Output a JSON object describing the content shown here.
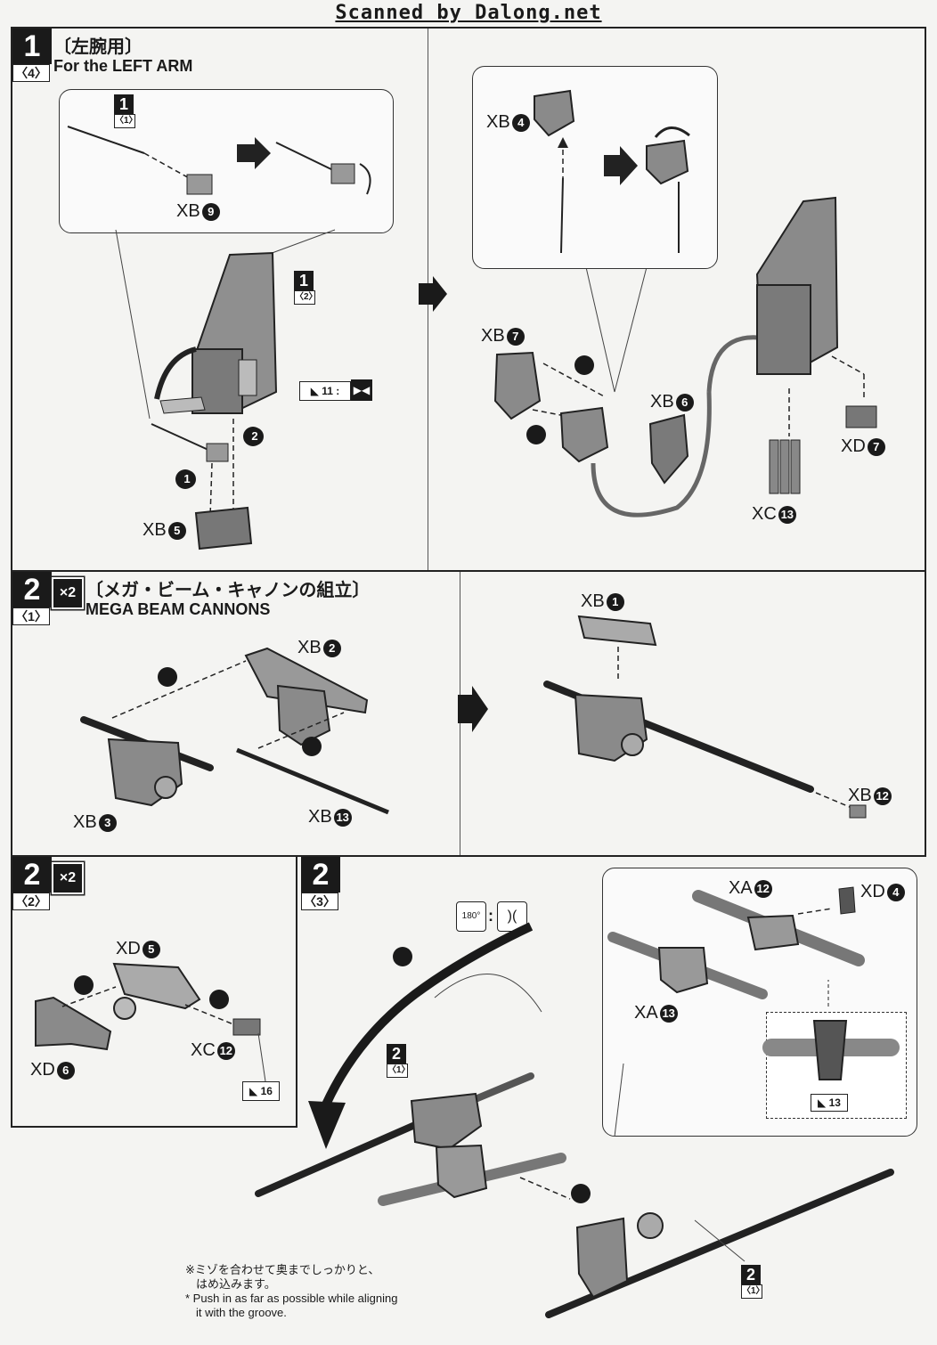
{
  "header": {
    "scan_credit": "Scanned by Dalong.net"
  },
  "step1": {
    "num": "1",
    "sub": "〈4〉",
    "title_jp": "〔左腕用〕",
    "title_en": "For the LEFT ARM",
    "labels": {
      "xb9": "XB",
      "xb9_num": "9",
      "xb5": "XB",
      "xb5_num": "5",
      "xb4": "XB",
      "xb4_num": "4",
      "xb7": "XB",
      "xb7_num": "7",
      "xb6": "XB",
      "xb6_num": "6",
      "xd7": "XD",
      "xd7_num": "7",
      "xc13": "XC",
      "xc13_num": "13"
    },
    "sub_ref1": "1",
    "sub_ref1_sub": "〈1〉",
    "sub_ref2": "1",
    "sub_ref2_sub": "〈2〉",
    "sticker": "11"
  },
  "step2a": {
    "num": "2",
    "sub": "〈1〉",
    "mult": "×2",
    "title_jp": "〔メガ・ビーム・キャノンの組立〕",
    "title_en": "MEGA BEAM CANNONS",
    "labels": {
      "xb2": "XB",
      "xb2_num": "2",
      "xb3": "XB",
      "xb3_num": "3",
      "xb13": "XB",
      "xb13_num": "13",
      "xb1": "XB",
      "xb1_num": "1",
      "xb12": "XB",
      "xb12_num": "12"
    }
  },
  "step2b": {
    "num": "2",
    "sub": "〈2〉",
    "mult": "×2",
    "labels": {
      "xd5": "XD",
      "xd5_num": "5",
      "xd6": "XD",
      "xd6_num": "6",
      "xc12": "XC",
      "xc12_num": "12"
    },
    "sticker": "16"
  },
  "step2c": {
    "num": "2",
    "sub": "〈3〉",
    "rotate": "180°",
    "labels": {
      "xa12": "XA",
      "xa12_num": "12",
      "xd4": "XD",
      "xd4_num": "4",
      "xa13": "XA",
      "xa13_num": "13"
    },
    "sticker": "13",
    "ref_a": "2",
    "ref_a_sub": "〈1〉",
    "ref_b": "2",
    "ref_b_sub": "〈1〉",
    "note_jp_1": "※ミゾを合わせて奥までしっかりと、",
    "note_jp_2": "はめ込みます。",
    "note_en_1": "* Push in as far as possible while aligning",
    "note_en_2": "it with the groove."
  }
}
